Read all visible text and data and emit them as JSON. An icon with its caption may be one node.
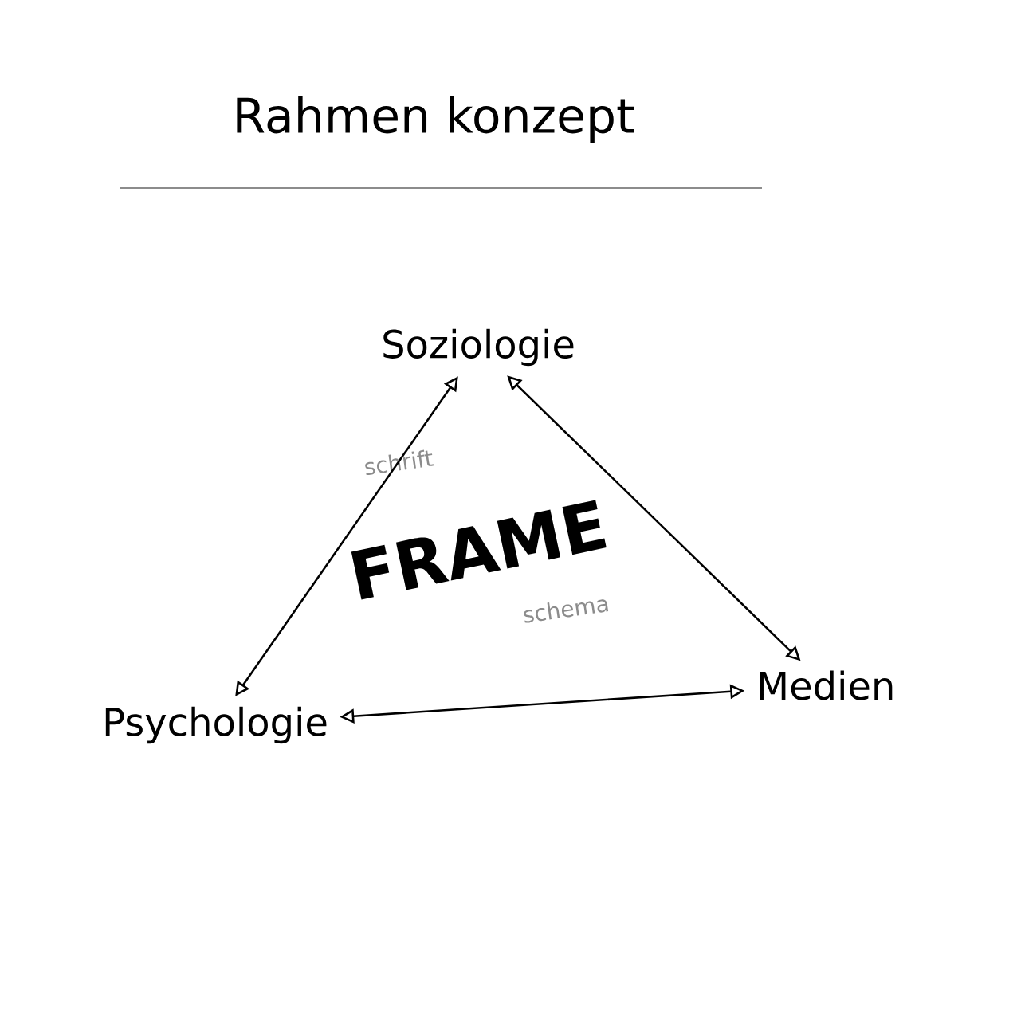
{
  "diagram": {
    "title": "Rahmen konzept",
    "nodes": [
      {
        "text": [
          "Soziologie"
        ]
      },
      {
        "text": [
          "FRAME"
        ]
      },
      {
        "text": [
          "Psychologie"
        ]
      },
      {
        "text": [
          "Medien"
        ]
      }
    ],
    "edges": [
      {
        "from": 0,
        "to": 2,
        "arrow": "both"
      },
      {
        "from": 0,
        "to": 3,
        "arrow": "both"
      },
      {
        "from": 2,
        "to": 3,
        "arrow": "both"
      }
    ],
    "labels": [
      "schrift",
      "schema"
    ]
  }
}
